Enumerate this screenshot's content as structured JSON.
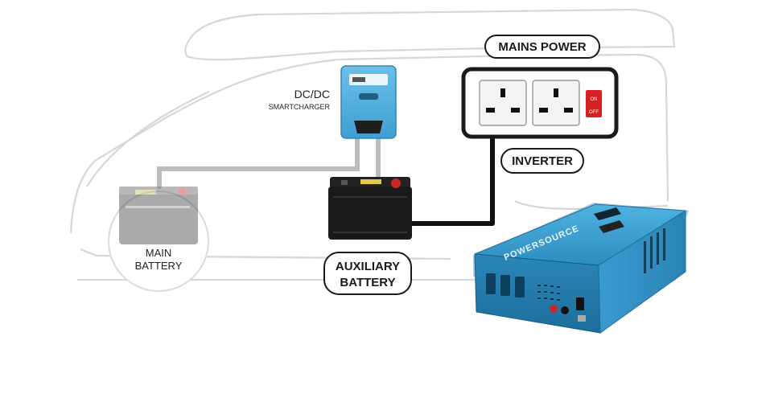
{
  "labels": {
    "mains_power": "MAINS POWER",
    "inverter": "INVERTER",
    "dcdc_line1": "DC/DC",
    "dcdc_line2": "SMARTCHARGER",
    "main_battery_line1": "MAIN",
    "main_battery_line2": "BATTERY",
    "aux_battery_line1": "AUXILIARY",
    "aux_battery_line2": "BATTERY",
    "switch_on": "ON",
    "switch_off": "OFF",
    "inverter_brand": "POWERSOURCE"
  },
  "colors": {
    "van_outline": "#d2d8dc",
    "cable_grey": "#bcbcbc",
    "cable_black": "#111111",
    "charger_body": "#4aa9d8",
    "inverter_body": "#2f8fc2",
    "switch_red": "#d82020",
    "terminal_red": "#c62828",
    "battery_label": "#e2c94a"
  }
}
